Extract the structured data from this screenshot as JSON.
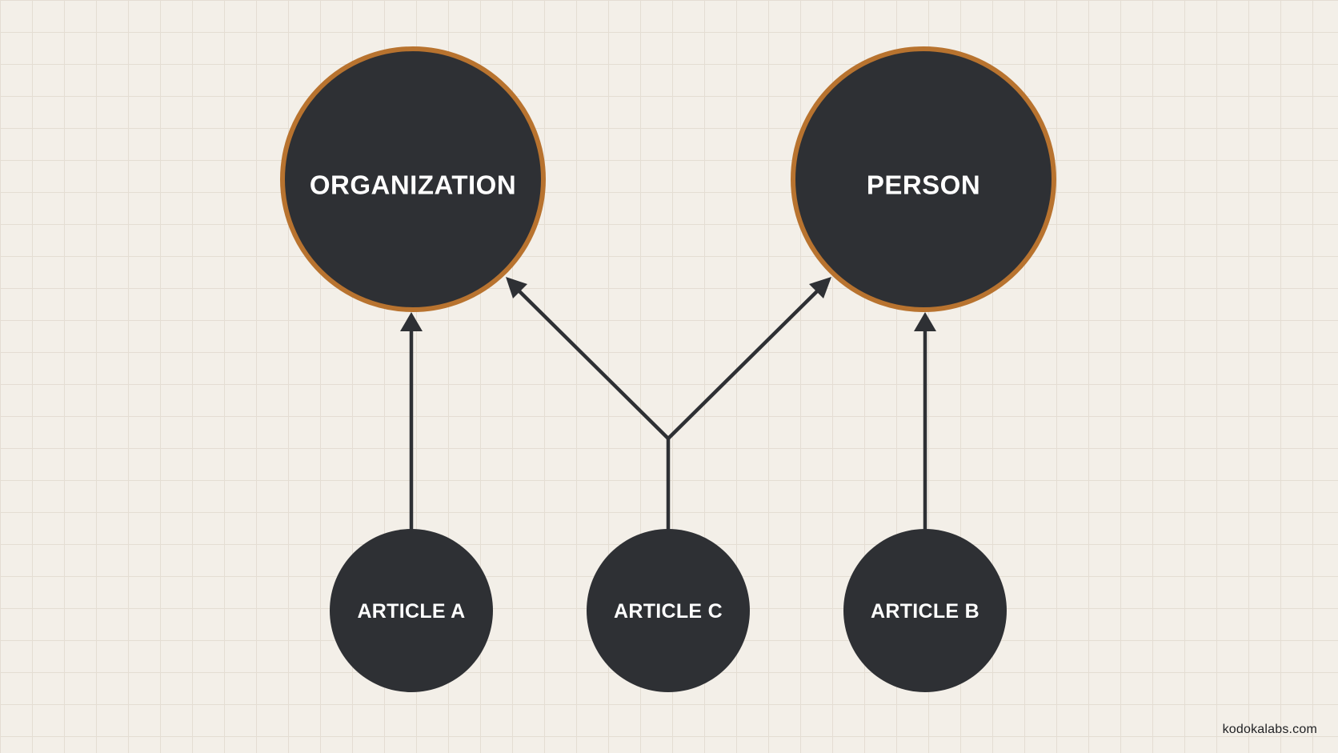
{
  "nodes": {
    "organization": "ORGANIZATION",
    "person": "PERSON",
    "article_a": "ARTICLE A",
    "article_c": "ARTICLE C",
    "article_b": "ARTICLE B"
  },
  "edges": [
    {
      "from": "article_a",
      "to": "organization"
    },
    {
      "from": "article_c",
      "to": "organization"
    },
    {
      "from": "article_c",
      "to": "person"
    },
    {
      "from": "article_b",
      "to": "person"
    }
  ],
  "colors": {
    "background": "#f3efe8",
    "node_fill": "#2e3034",
    "node_ring": "#b8732f",
    "edge": "#2e3034",
    "label": "#ffffff"
  },
  "watermark": "kodokalabs.com"
}
